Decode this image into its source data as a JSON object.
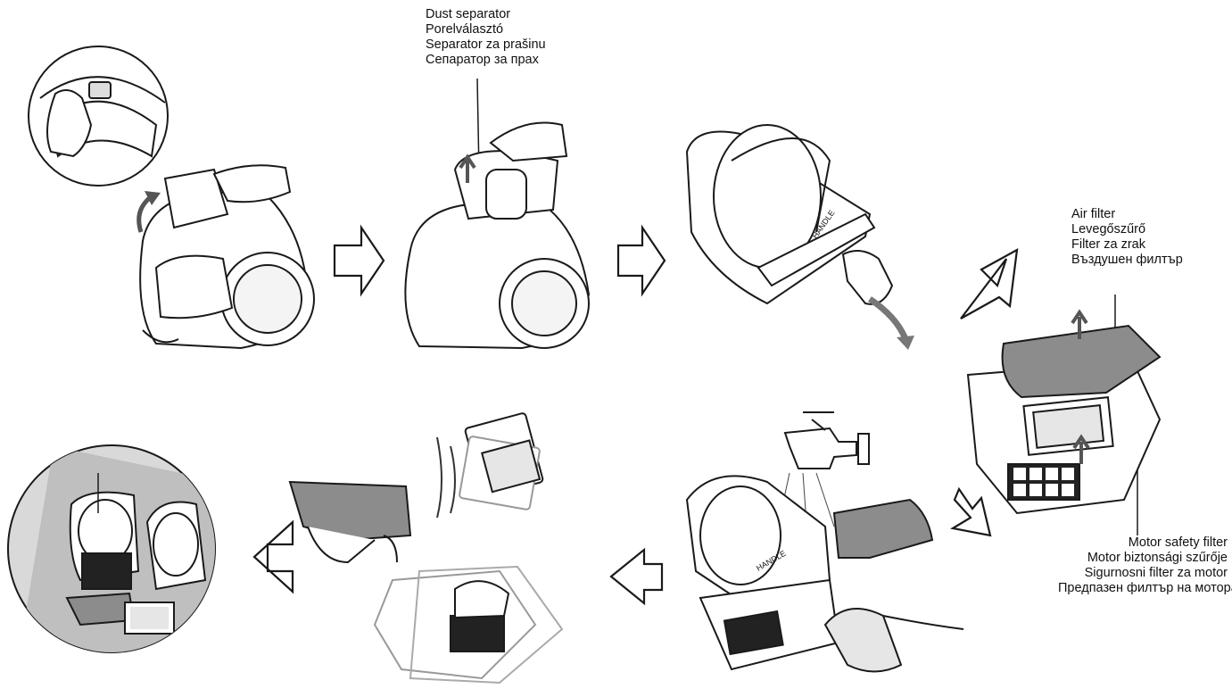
{
  "labels": {
    "dust_separator": [
      "Dust separator",
      "Porelválasztó",
      "Separator za prašinu",
      "Сепаратор за прах"
    ],
    "air_filter": [
      "Air filter",
      "Levegőszűrő",
      "Filter za zrak",
      "Въздушен филтър"
    ],
    "motor_safety_filter": [
      "Motor safety filter",
      "Motor biztonsági szűrője",
      "Sigurnosni filter za motor",
      "Предпазен филтър на мотора"
    ]
  },
  "handle_text": "HANDLE",
  "colors": {
    "line": "#1a1a1a",
    "arrow_fill": "#ffffff",
    "curved_arrow": "#8a8a8a",
    "filter_gray": "#8c8c8c",
    "light_gray": "#e6e6e6",
    "circle_bg": "#d9d9d9"
  },
  "icons": [
    "vacuum-cleaner-icon",
    "hand-icon",
    "water-tap-icon",
    "step-arrow-icon"
  ]
}
